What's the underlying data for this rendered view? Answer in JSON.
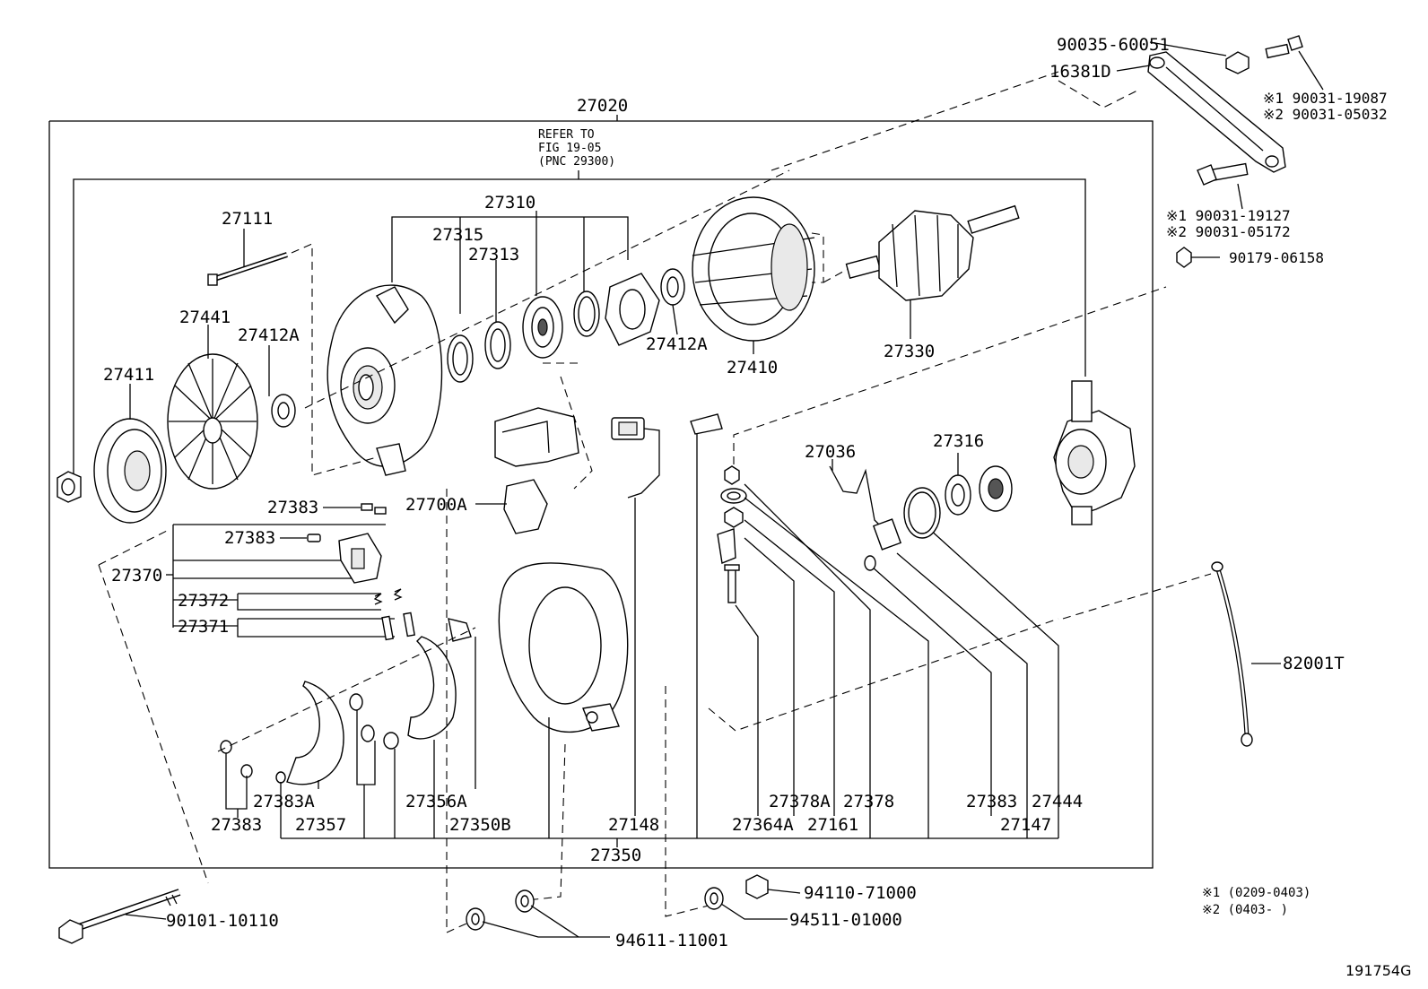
{
  "diagram": {
    "ref_note": [
      "REFER TO",
      "FIG 19-05",
      "(PNC 29300)"
    ],
    "assembly_label": "27020",
    "figure_id": "191754G",
    "legend": {
      "note1": "※1 (0209-0403)",
      "note2": "※2 (0403-      )"
    },
    "labels": {
      "p90035_60051": "90035-60051",
      "p16381D": "16381D",
      "p90031_19087": "※1 90031-19087",
      "p90031_05032": "※2 90031-05032",
      "p90031_19127": "※1 90031-19127",
      "p90031_05172": "※2 90031-05172",
      "p90179_06158": "90179-06158",
      "p27310": "27310",
      "p27315": "27315",
      "p27313": "27313",
      "p27111": "27111",
      "p27441": "27441",
      "p27412A_left": "27412A",
      "p27411": "27411",
      "p27412A_right": "27412A",
      "p27410": "27410",
      "p27330": "27330",
      "p27036": "27036",
      "p27316": "27316",
      "p27383_a": "27383",
      "p27700A": "27700A",
      "p27383_b": "27383",
      "p27370": "27370",
      "p27372": "27372",
      "p27371": "27371",
      "p82001T": "82001T",
      "p27383A": "27383A",
      "p27357": "27357",
      "p27383_c": "27383",
      "p27356A": "27356A",
      "p27350B": "27350B",
      "p27148": "27148",
      "p27378A": "27378A",
      "p27378": "27378",
      "p27364A": "27364A",
      "p27161": "27161",
      "p27383_d": "27383",
      "p27444": "27444",
      "p27147": "27147",
      "p27350": "27350",
      "p94110_71000": "94110-71000",
      "p94511_01000": "94511-01000",
      "p90101_10110": "90101-10110",
      "p94611_11001": "94611-11001"
    }
  }
}
